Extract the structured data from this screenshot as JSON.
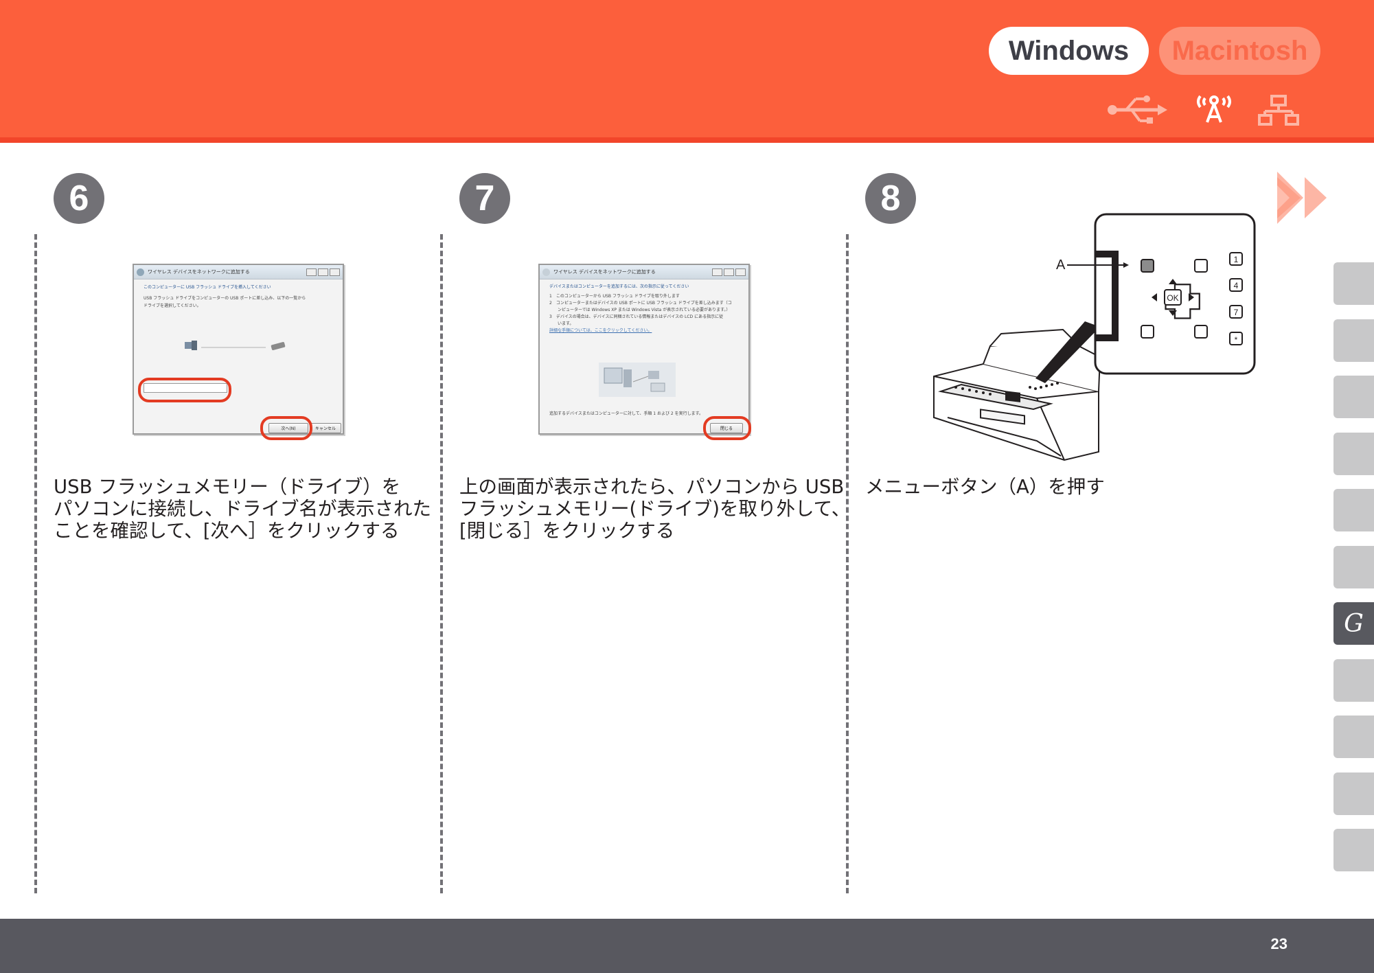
{
  "header": {
    "os_tabs": [
      {
        "label": "Windows",
        "selected": true
      },
      {
        "label": "Macintosh",
        "selected": false
      }
    ],
    "connection_icons": [
      "usb-icon",
      "wireless-icon",
      "wired-network-icon"
    ],
    "colors": {
      "header_bg": "#fc5f3c",
      "selected_pill_text": "#3e3f47",
      "unselected_pill_bg": "#fd9278"
    }
  },
  "steps": [
    {
      "number": "6",
      "lines": [
        "USB フラッシュメモリー（ドライブ）を",
        "パソコンに接続し、ドライブ名が表示された",
        "ことを確認して、[次へ］をクリックする"
      ]
    },
    {
      "number": "7",
      "lines": [
        "上の画面が表示されたら、パソコンから USB",
        "フラッシュメモリー(ドライブ)を取り外して、",
        "[閉じる］をクリックする"
      ]
    },
    {
      "number": "8",
      "lines": [
        "メニューボタン（A）を押す"
      ]
    }
  ],
  "dialog6": {
    "title": "ワイヤレス デバイスをネットワークに追加する",
    "instruction": "このコンピューターに USB フラッシュ ドライブを挿入してください",
    "description": [
      "USB フラッシュ ドライブをコンピューターの USB ポートに差し込み、以下の一覧から",
      "ドライブを選択してください。"
    ],
    "next_label": "次へ(N)",
    "cancel_label": "キャンセル"
  },
  "dialog7": {
    "title": "ワイヤレス デバイスをネットワークに追加する",
    "instruction": "デバイスまたはコンピューターを追加するには、次の指示に従ってください",
    "items": [
      "1　このコンピューターから USB フラッシュ ドライブを取り外します",
      "2　コンピューターまたはデバイスの USB ポートに USB フラッシュ ドライブを差し込みます（コ",
      "　　ンピューターでは Windows XP または Windows Vista が表示されている必要があります。）",
      "3　デバイスの場合は、デバイスに同梱されている情報またはデバイスの LCD にある指示に従",
      "　　います。"
    ],
    "link": "詳細な手順については、ここをクリックしてください。",
    "footer_note": "追加するデバイスまたはコンピューターに対して、手順 1 および 2 を実行します。",
    "close_label": "閉じる"
  },
  "panel": {
    "label_a": "A",
    "ok_label": "OK",
    "keys": [
      "1",
      "4",
      "7",
      "*"
    ]
  },
  "sidebar": {
    "tabs": [
      "",
      "",
      "",
      "",
      "",
      "",
      "G",
      "",
      "",
      "",
      ""
    ],
    "active_index": 6
  },
  "footer": {
    "page_number": "23"
  }
}
